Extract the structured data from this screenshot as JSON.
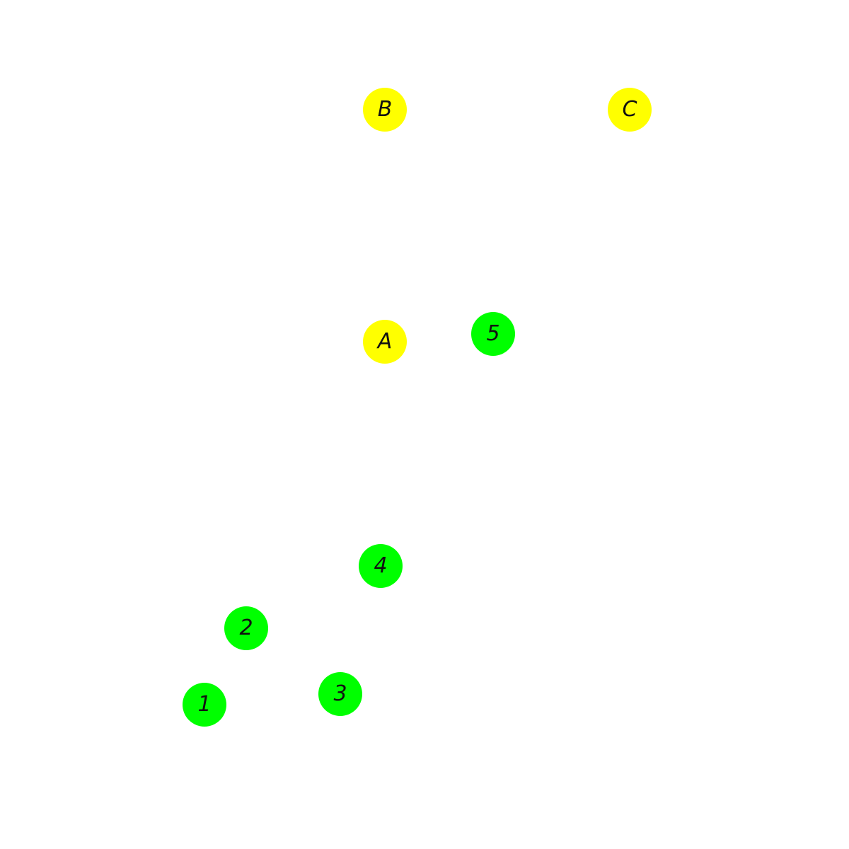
{
  "colors": {
    "background": "#ffffff",
    "letter_node": "#ffff00",
    "number_node": "#00ff00",
    "label_text": "#111111"
  },
  "nodes": {
    "B": {
      "label": "B",
      "group": "letter"
    },
    "C": {
      "label": "C",
      "group": "letter"
    },
    "A": {
      "label": "A",
      "group": "letter"
    },
    "n5": {
      "label": "5",
      "group": "number"
    },
    "n4": {
      "label": "4",
      "group": "number"
    },
    "n2": {
      "label": "2",
      "group": "number"
    },
    "n3": {
      "label": "3",
      "group": "number"
    },
    "n1": {
      "label": "1",
      "group": "number"
    }
  }
}
